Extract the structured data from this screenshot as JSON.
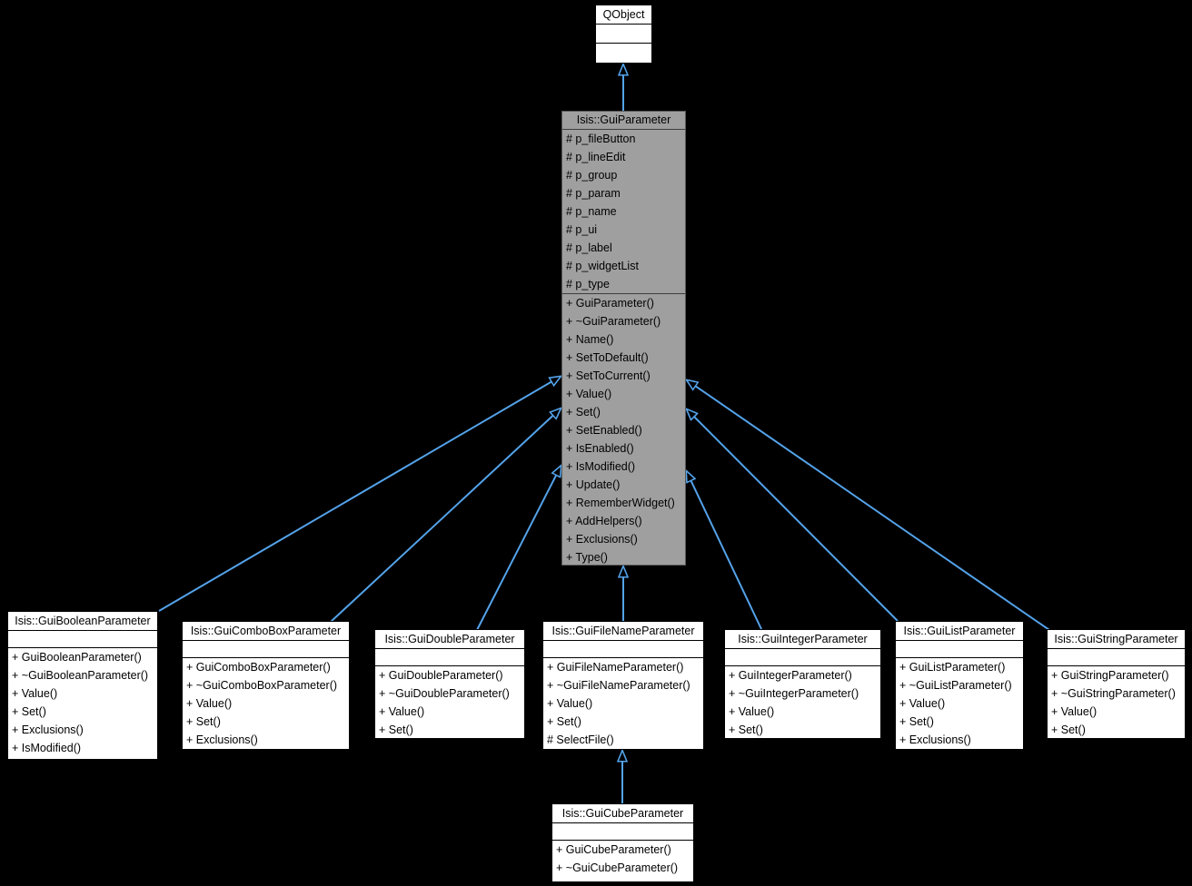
{
  "diagram": {
    "type": "uml-inheritance-graph",
    "colors": {
      "background": "#000000",
      "edge": "#54a3ea",
      "node_fill": "#ffffff",
      "node_border": "#000000",
      "highlight_fill": "#9f9f9f",
      "highlight_border": "#595959",
      "text": "#000000"
    },
    "classes": [
      {
        "id": "qobject",
        "title": "QObject",
        "attributes": [],
        "methods": [],
        "highlighted": false
      },
      {
        "id": "guiparameter",
        "title": "Isis::GuiParameter",
        "attributes": [
          "# p_fileButton",
          "# p_lineEdit",
          "# p_group",
          "# p_param",
          "# p_name",
          "# p_ui",
          "# p_label",
          "# p_widgetList",
          "# p_type"
        ],
        "methods": [
          "+ GuiParameter()",
          "+ ~GuiParameter()",
          "+ Name()",
          "+ SetToDefault()",
          "+ SetToCurrent()",
          "+ Value()",
          "+ Set()",
          "+ SetEnabled()",
          "+ IsEnabled()",
          "+ IsModified()",
          "+ Update()",
          "+ RememberWidget()",
          "+ AddHelpers()",
          "+ Exclusions()",
          "+ Type()"
        ],
        "highlighted": true
      },
      {
        "id": "boolean",
        "title": "Isis::GuiBooleanParameter",
        "attributes": [],
        "methods": [
          "+ GuiBooleanParameter()",
          "+ ~GuiBooleanParameter()",
          "+ Value()",
          "+ Set()",
          "+ Exclusions()",
          "+ IsModified()"
        ],
        "highlighted": false
      },
      {
        "id": "combobox",
        "title": "Isis::GuiComboBoxParameter",
        "attributes": [],
        "methods": [
          "+ GuiComboBoxParameter()",
          "+ ~GuiComboBoxParameter()",
          "+ Value()",
          "+ Set()",
          "+ Exclusions()"
        ],
        "highlighted": false
      },
      {
        "id": "double",
        "title": "Isis::GuiDoubleParameter",
        "attributes": [],
        "methods": [
          "+ GuiDoubleParameter()",
          "+ ~GuiDoubleParameter()",
          "+ Value()",
          "+ Set()"
        ],
        "highlighted": false
      },
      {
        "id": "filename",
        "title": "Isis::GuiFileNameParameter",
        "attributes": [],
        "methods": [
          "+ GuiFileNameParameter()",
          "+ ~GuiFileNameParameter()",
          "+ Value()",
          "+ Set()",
          "# SelectFile()"
        ],
        "highlighted": false
      },
      {
        "id": "integer",
        "title": "Isis::GuiIntegerParameter",
        "attributes": [],
        "methods": [
          "+ GuiIntegerParameter()",
          "+ ~GuiIntegerParameter()",
          "+ Value()",
          "+ Set()"
        ],
        "highlighted": false
      },
      {
        "id": "list",
        "title": "Isis::GuiListParameter",
        "attributes": [],
        "methods": [
          "+ GuiListParameter()",
          "+ ~GuiListParameter()",
          "+ Value()",
          "+ Set()",
          "+ Exclusions()"
        ],
        "highlighted": false
      },
      {
        "id": "string",
        "title": "Isis::GuiStringParameter",
        "attributes": [],
        "methods": [
          "+ GuiStringParameter()",
          "+ ~GuiStringParameter()",
          "+ Value()",
          "+ Set()"
        ],
        "highlighted": false
      },
      {
        "id": "cube",
        "title": "Isis::GuiCubeParameter",
        "attributes": [],
        "methods": [
          "+ GuiCubeParameter()",
          "+ ~GuiCubeParameter()"
        ],
        "highlighted": false
      }
    ],
    "edges": [
      {
        "child": "Isis::GuiParameter",
        "parent": "QObject"
      },
      {
        "child": "Isis::GuiBooleanParameter",
        "parent": "Isis::GuiParameter"
      },
      {
        "child": "Isis::GuiComboBoxParameter",
        "parent": "Isis::GuiParameter"
      },
      {
        "child": "Isis::GuiDoubleParameter",
        "parent": "Isis::GuiParameter"
      },
      {
        "child": "Isis::GuiFileNameParameter",
        "parent": "Isis::GuiParameter"
      },
      {
        "child": "Isis::GuiIntegerParameter",
        "parent": "Isis::GuiParameter"
      },
      {
        "child": "Isis::GuiListParameter",
        "parent": "Isis::GuiParameter"
      },
      {
        "child": "Isis::GuiStringParameter",
        "parent": "Isis::GuiParameter"
      },
      {
        "child": "Isis::GuiCubeParameter",
        "parent": "Isis::GuiFileNameParameter"
      }
    ]
  }
}
